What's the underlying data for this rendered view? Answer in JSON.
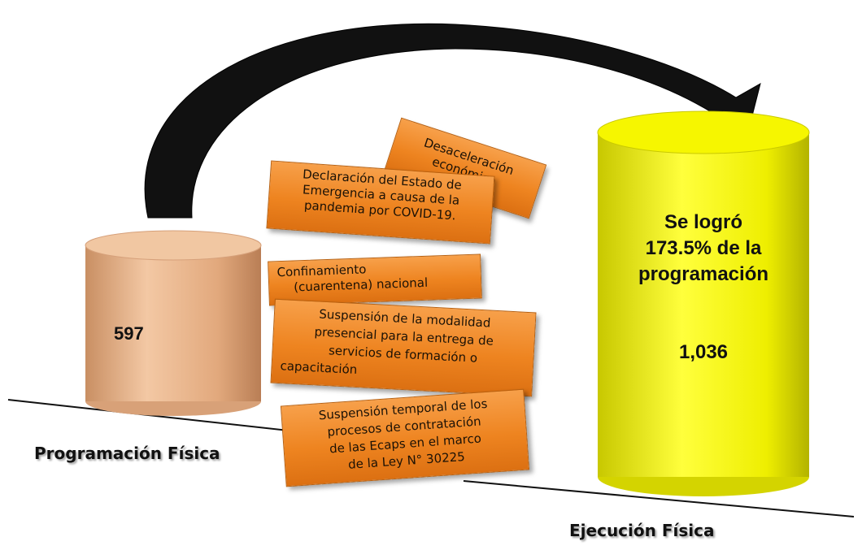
{
  "left_cylinder": {
    "value": "597",
    "color": "#e8b48c"
  },
  "right_cylinder": {
    "headline": [
      "Se logró",
      "173.5% de la",
      "programación"
    ],
    "value": "1,036",
    "color": "#f0f000"
  },
  "labels": {
    "programacion": "Programación Física",
    "ejecucion": "Ejecución Física"
  },
  "factors": [
    {
      "lines": [
        "Desaceleración",
        "económica"
      ]
    },
    {
      "lines": [
        "Declaración del Estado de",
        "Emergencia a causa de la",
        "pandemia por COVID-19."
      ]
    },
    {
      "lines": [
        "Confinamiento",
        "(cuarentena) nacional"
      ]
    },
    {
      "lines": [
        "Suspensión de la modalidad",
        "presencial para la entrega de",
        "servicios de formación o",
        "capacitación"
      ]
    },
    {
      "lines": [
        "Suspensión temporal de los",
        "procesos de contratación",
        "de las Ecaps en el marco",
        "de la Ley N° 30225"
      ]
    }
  ],
  "accent": {
    "note": "#ee8420",
    "arrow": "#111111"
  }
}
